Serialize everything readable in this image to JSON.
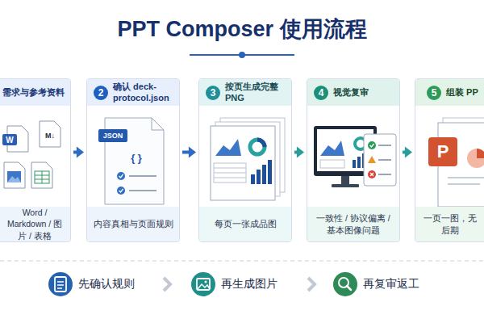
{
  "diagram": {
    "title": "PPT Composer 使用流程",
    "nodes": [
      {
        "text": [
          "需求与参考资料",
          "Word / Markdown / 图片 / 表格"
        ]
      },
      {
        "text": [
          "2",
          "确认 deck-protocol.json",
          "内容真相与页面规则"
        ]
      },
      {
        "text": [
          "3",
          "按页生成完整 PNG",
          "每页一张成品图"
        ]
      },
      {
        "text": [
          "4",
          "视觉复审",
          "一致性 / 协议偏离 / 基本图像问题"
        ]
      },
      {
        "text": [
          "5",
          "组装 PP",
          "一页一图，无后期"
        ]
      }
    ],
    "edges": [
      {
        "from": 0,
        "to": 1,
        "arrow": "to"
      },
      {
        "from": 1,
        "to": 2,
        "arrow": "to"
      },
      {
        "from": 2,
        "to": 3,
        "arrow": "to"
      },
      {
        "from": 3,
        "to": 4,
        "arrow": "to"
      }
    ],
    "labels": [
      "W",
      "M↓",
      "JSON",
      "{ }",
      "P",
      "先确认规则",
      "再生成图片",
      "再复审返工"
    ]
  }
}
